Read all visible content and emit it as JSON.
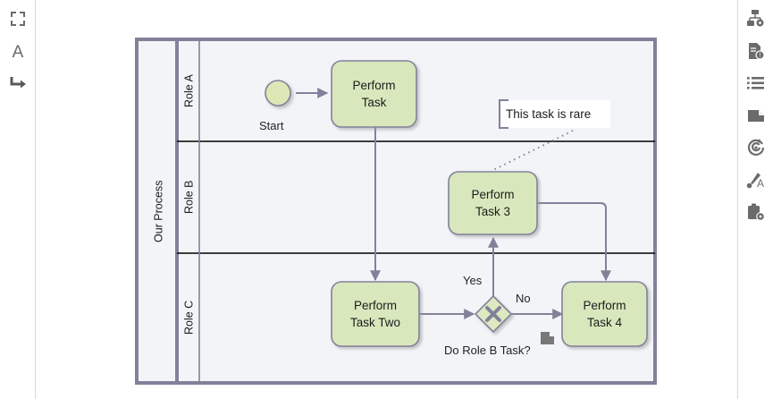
{
  "app": {
    "canvas_background": "#ffffff",
    "diagram_background": "#f2f4f8"
  },
  "toolbar_left": {
    "items": [
      {
        "name": "fit-to-screen-icon",
        "label": "Fit to screen"
      },
      {
        "name": "text-tool-icon",
        "label": "A"
      },
      {
        "name": "connector-tool-icon",
        "label": "Connector"
      }
    ]
  },
  "toolbar_right": {
    "items": [
      {
        "name": "shape-settings-icon",
        "label": "Shape settings"
      },
      {
        "name": "document-info-icon",
        "label": "Document info"
      },
      {
        "name": "list-icon",
        "label": "Outline"
      },
      {
        "name": "page-icon",
        "label": "Page"
      },
      {
        "name": "target-refresh-icon",
        "label": "Refresh"
      },
      {
        "name": "format-brush-icon",
        "label": "Format"
      },
      {
        "name": "clipboard-settings-icon",
        "label": "Clipboard settings"
      }
    ]
  },
  "diagram": {
    "type": "bpmn-pool-lanes",
    "pool": {
      "title": "Our Process",
      "border_color": "#82819a",
      "fill": "#f2f4f8"
    },
    "lanes": [
      {
        "id": "lane-a",
        "title": "Role A"
      },
      {
        "id": "lane-b",
        "title": "Role B"
      },
      {
        "id": "lane-c",
        "title": "Role C"
      }
    ],
    "shape_style": {
      "task_fill": "#d9e7bd",
      "task_stroke": "#82819a",
      "event_fill": "#dbe8b6",
      "gateway_fill": "#dde9c0",
      "flow_stroke": "#82819a",
      "annotation_fill": "#ffffff"
    },
    "nodes": [
      {
        "id": "start",
        "kind": "start-event",
        "label": "Start",
        "lane": "lane-a"
      },
      {
        "id": "task1",
        "kind": "task",
        "label_line1": "Perform",
        "label_line2": "Task",
        "lane": "lane-a"
      },
      {
        "id": "task3",
        "kind": "task",
        "label_line1": "Perform",
        "label_line2": "Task 3",
        "lane": "lane-b"
      },
      {
        "id": "task2",
        "kind": "task",
        "label_line1": "Perform",
        "label_line2": "Task Two",
        "lane": "lane-c"
      },
      {
        "id": "gateway",
        "kind": "exclusive-gateway",
        "label": "Do Role B Task?",
        "lane": "lane-c"
      },
      {
        "id": "task4",
        "kind": "task",
        "label_line1": "Perform",
        "label_line2": "Task 4",
        "lane": "lane-c"
      }
    ],
    "flow_labels": {
      "yes": "Yes",
      "no": "No"
    },
    "annotation": {
      "text": "This task is rare",
      "attached_to": "task3"
    },
    "markers": [
      {
        "name": "document-marker-icon",
        "near": "task4"
      }
    ]
  }
}
